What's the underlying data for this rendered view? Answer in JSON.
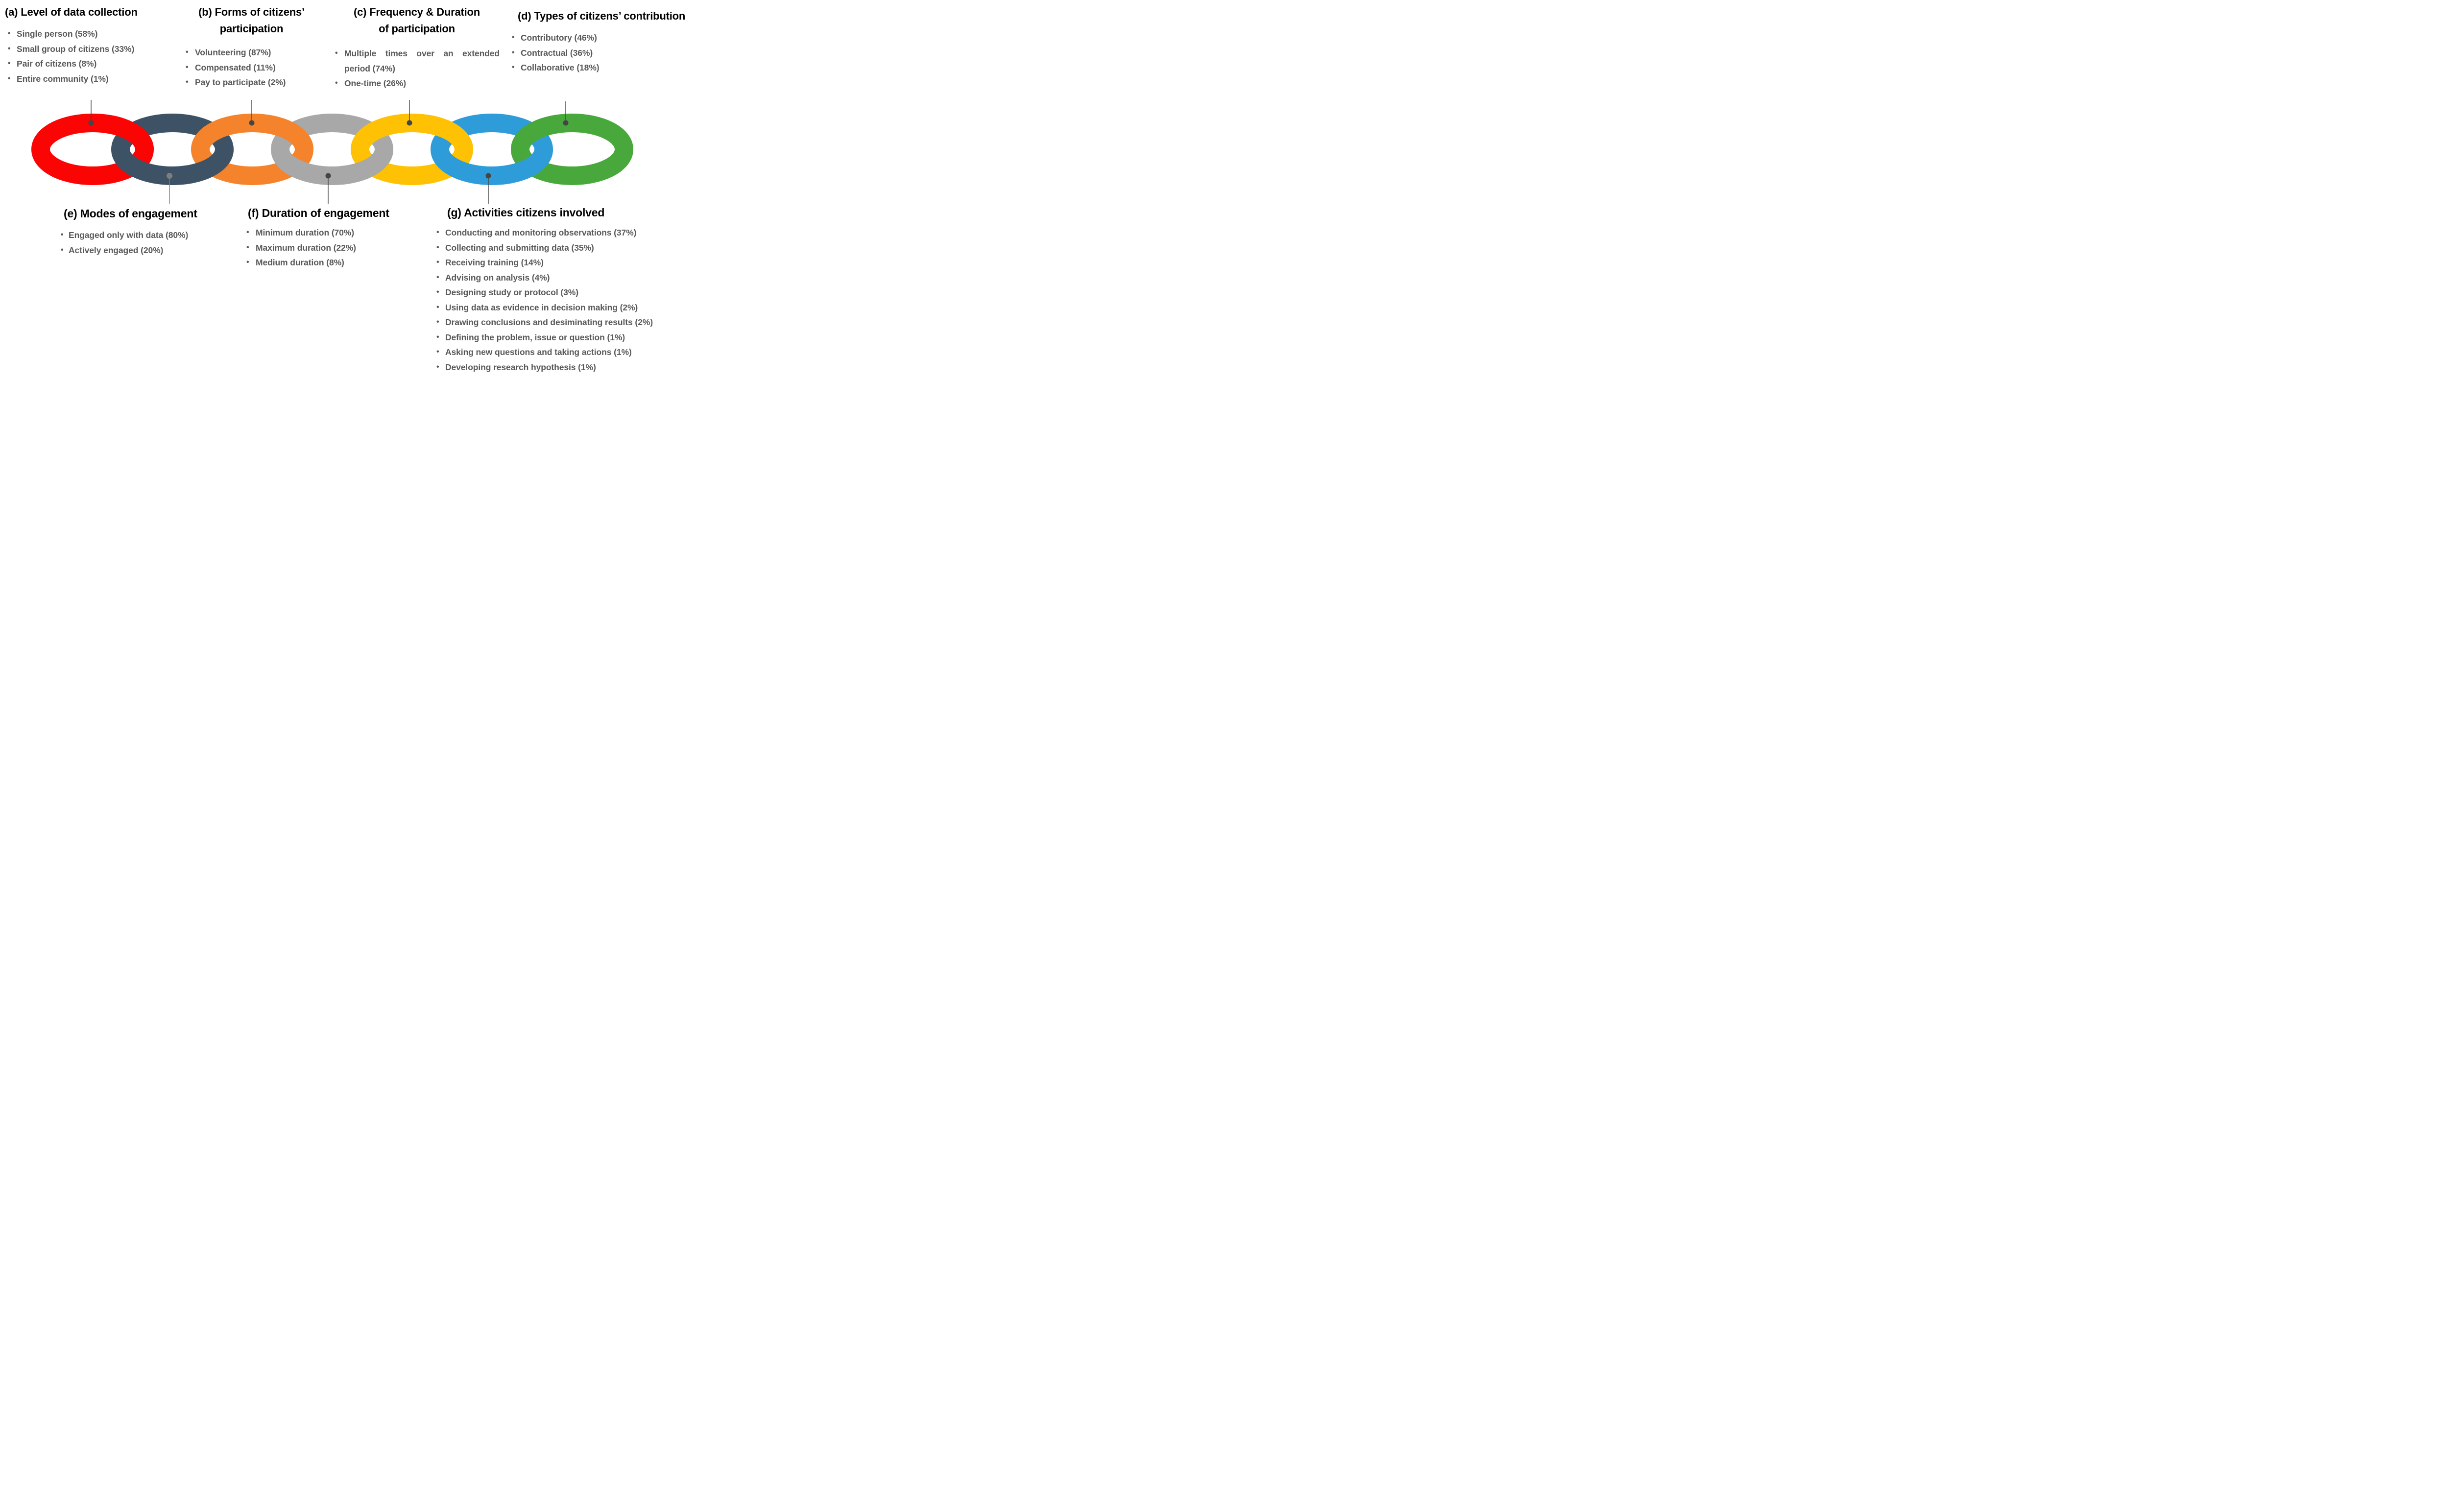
{
  "figure": {
    "background": "#ffffff",
    "title_color": "#000000",
    "item_color": "#595959"
  },
  "sections": [
    {
      "id": "a",
      "placement": "top",
      "title": "(a) Level of data collection",
      "items": [
        "Single person (58%)",
        "Small group of citizens  (33%)",
        "Pair of citizens (8%)",
        "Entire community (1%)"
      ]
    },
    {
      "id": "b",
      "placement": "top",
      "title_line1": "(b) Forms of citizens’",
      "title_line2": "participation",
      "items": [
        "Volunteering (87%)",
        "Compensated (11%)",
        "Pay to participate (2%)"
      ]
    },
    {
      "id": "c",
      "placement": "top",
      "title_line1": "(c) Frequency & Duration",
      "title_line2": "of participation",
      "items": [
        "Multiple times over an extended period (74%)",
        "One-time (26%)"
      ]
    },
    {
      "id": "d",
      "placement": "top",
      "title": "(d) Types of citizens’ contribution",
      "items": [
        "Contributory (46%)",
        "Contractual (36%)",
        "Collaborative (18%)"
      ]
    },
    {
      "id": "e",
      "placement": "bottom",
      "title": "(e) Modes of engagement",
      "items": [
        "Engaged only with data (80%)",
        "Actively engaged (20%)"
      ]
    },
    {
      "id": "f",
      "placement": "bottom",
      "title": "(f) Duration of engagement",
      "items": [
        "Minimum duration (70%)",
        "Maximum duration (22%)",
        "Medium duration (8%)"
      ]
    },
    {
      "id": "g",
      "placement": "bottom",
      "title": "(g) Activities citizens involved",
      "items": [
        "Conducting and monitoring observations (37%)",
        "Collecting and submitting data (35%)",
        "Receiving training (14%)",
        "Advising on analysis (4%)",
        "Designing study or protocol (3%)",
        "Using data as evidence in decision making (2%)",
        "Drawing conclusions and desiminating results (2%)",
        "Defining the problem, issue or question (1%)",
        "Asking new questions and taking actions (1%)",
        "Developing research hypothesis (1%)"
      ]
    }
  ],
  "chain": {
    "rings": [
      {
        "name": "red",
        "section": "a",
        "label_side": "top",
        "color": "#FB0404",
        "connector_color": "#454545"
      },
      {
        "name": "dark-navy",
        "section": "e",
        "label_side": "bottom",
        "color": "#3E5266",
        "connector_color": "#7E7E7E"
      },
      {
        "name": "orange",
        "section": "b",
        "label_side": "top",
        "color": "#F5832B",
        "connector_color": "#454545"
      },
      {
        "name": "gray",
        "section": "f",
        "label_side": "bottom",
        "color": "#A8A8A8",
        "connector_color": "#454545"
      },
      {
        "name": "yellow",
        "section": "c",
        "label_side": "top",
        "color": "#FFC103",
        "connector_color": "#454545"
      },
      {
        "name": "blue",
        "section": "g",
        "label_side": "bottom",
        "color": "#2E9CD9",
        "connector_color": "#454545"
      },
      {
        "name": "green",
        "section": "d",
        "label_side": "top",
        "color": "#48A83C",
        "connector_color": "#454545"
      }
    ]
  }
}
